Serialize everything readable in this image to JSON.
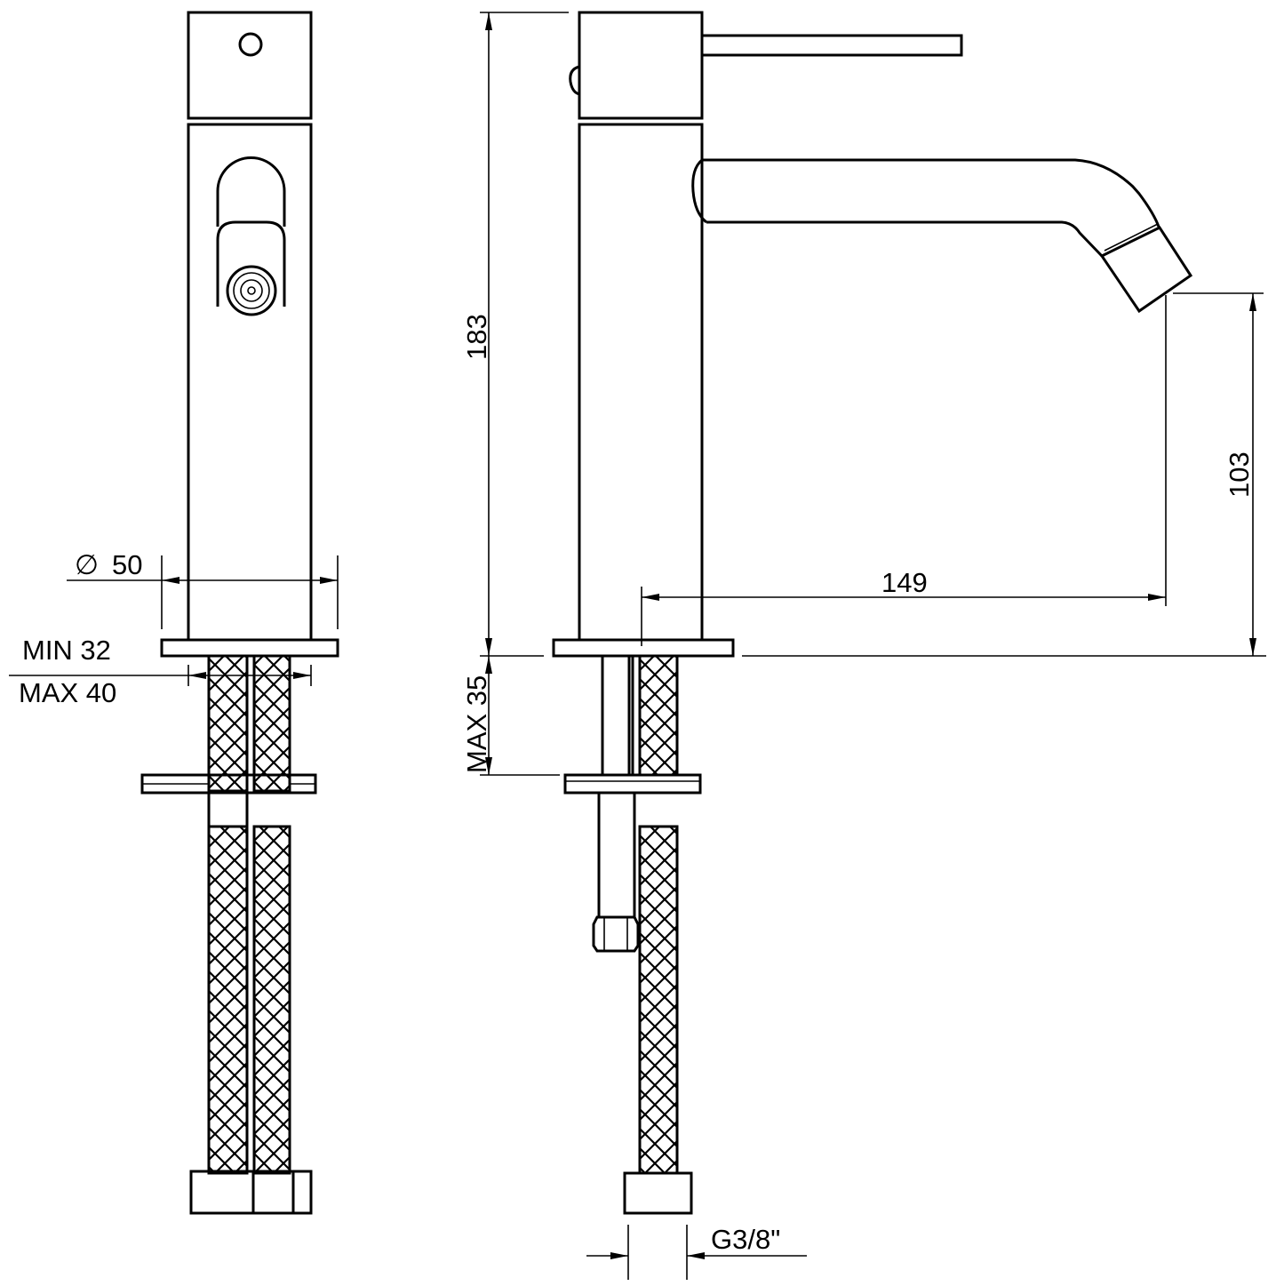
{
  "drawing": {
    "front_view": {
      "diameter_symbol": "∅",
      "diameter_value": "50",
      "hole_min": "MIN 32",
      "hole_max": "MAX 40"
    },
    "side_view": {
      "height_total": "183",
      "spout_height": "103",
      "spout_reach": "149",
      "deck_max_thickness": "MAX 35",
      "connection": "G3/8\""
    }
  }
}
